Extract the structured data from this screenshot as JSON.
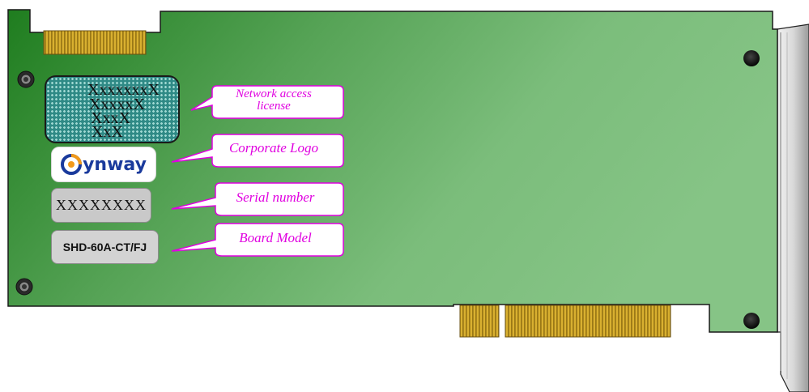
{
  "labels": {
    "license_lines": [
      "XxxxxxxX",
      "XxxxxX",
      "XxxX",
      "XxX"
    ],
    "logo_text": "ynway",
    "serial_text": "XXXXXXXX",
    "model_text": "SHD-60A-CT/FJ"
  },
  "callouts": {
    "license_line1": "Network access",
    "license_line2": "license",
    "logo": "Corporate Logo",
    "serial": "Serial number",
    "model": "Board Model"
  },
  "colors": {
    "board_dark": "#1e7e1e",
    "board_light": "#7ec07e",
    "gold_contacts": "#c8a020",
    "callout_text": "#e000e0",
    "logo_blue": "#1a3a9c",
    "logo_orange": "#f29a1a"
  }
}
